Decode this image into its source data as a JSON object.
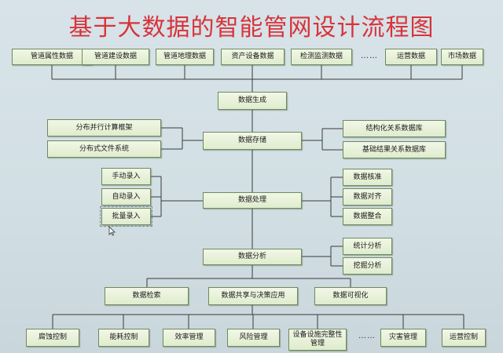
{
  "title": "基于大数据的智能管网设计流程图",
  "sources": [
    "管道属性数据",
    "管道建设数据",
    "管道地理数据",
    "资产设备数据",
    "检测监测数据",
    "运营数据",
    "市场数据"
  ],
  "ellipsis": "……",
  "generate": "数据生成",
  "storage": {
    "center": "数据存储",
    "left": [
      "分布并行计算框架",
      "分布式文件系统"
    ],
    "right": [
      "结构化关系数据库",
      "基础结果关系数据库"
    ]
  },
  "processing": {
    "center": "数据处理",
    "left": [
      "手动录入",
      "自动录入",
      "批量录入"
    ],
    "right": [
      "数据核准",
      "数据对齐",
      "数据整合"
    ]
  },
  "analysis": {
    "center": "数据分析",
    "right": [
      "统计分析",
      "挖掘分析"
    ]
  },
  "services": [
    "数据检索",
    "数据共享与决策应用",
    "数据可视化"
  ],
  "applications": [
    "腐蚀控制",
    "能耗控制",
    "效率管理",
    "风险管理",
    "设备设施完整性管理",
    "灾害管理",
    "运营控制"
  ],
  "colors": {
    "title": "#d8333a",
    "box_fill": "#e8f2d8",
    "box_border": "#6f8a5c",
    "line": "#3a3a3a",
    "background": "#d3e0e5"
  }
}
